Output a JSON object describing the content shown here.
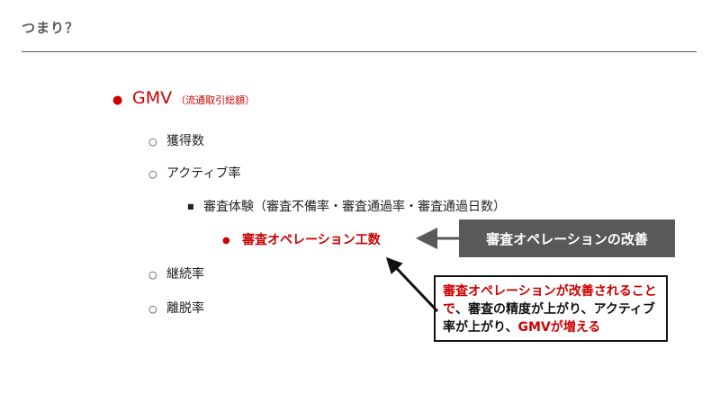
{
  "slide": {
    "title": "つまり？",
    "level1": {
      "label": "GMV",
      "sub": "（流通取引総額）"
    },
    "items": [
      {
        "label": "獲得数"
      },
      {
        "label": "アクティブ率"
      },
      {
        "label": "継続率"
      },
      {
        "label": "離脱率"
      }
    ],
    "level3": {
      "label": "審査体験（審査不備率・審査通過率・審査通過日数）"
    },
    "level4": {
      "label": "審査オペレーション工数"
    },
    "tag": {
      "label": "審査オペレーションの改善"
    },
    "note": {
      "part1": "審査オペレーションが改善されるこ",
      "part2": "とで",
      "part3": "、審査の精度が上がり、アクティブ率が上がり、",
      "part4": "GMVが増える"
    },
    "colors": {
      "accent": "#cc0000",
      "gray": "#595959"
    }
  }
}
